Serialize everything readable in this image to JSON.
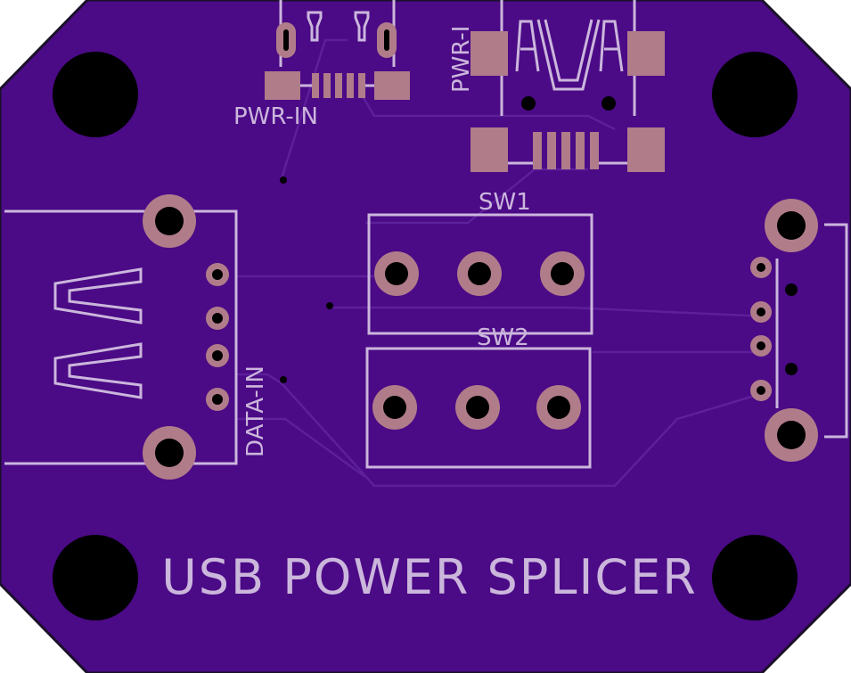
{
  "board": {
    "title": "USB POWER SPLICER",
    "colors": {
      "background": "#ffffff",
      "board_edge": "#1a1028",
      "soldermask": "#4b0a86",
      "trace": "#5d1f9a",
      "silkscreen": "#cbb6dc",
      "pad_copper": "#b07c8a",
      "hole": "#000000"
    }
  },
  "labels": {
    "pwr_in_left": "PWR-IN",
    "pwr_in_right": "PWR-I",
    "sw1": "SW1",
    "sw2": "SW2",
    "data_in": "DATA-IN"
  }
}
